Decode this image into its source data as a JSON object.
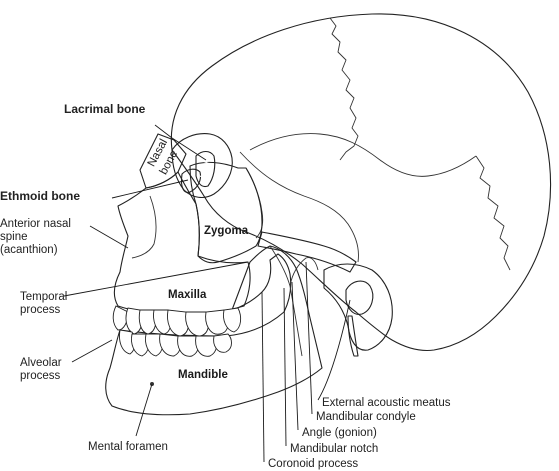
{
  "labels": {
    "lacrimal_bone": "Lacrimal bone",
    "nasal_bone_1": "Nasal",
    "nasal_bone_2": "bone",
    "ethmoid_bone": "Ethmoid bone",
    "anterior_nasal_spine_1": "Anterior nasal",
    "anterior_nasal_spine_2": "spine",
    "anterior_nasal_spine_3": "(acanthion)",
    "zygoma": "Zygoma",
    "temporal_process_1": "Temporal",
    "temporal_process_2": "process",
    "maxilla": "Maxilla",
    "alveolar_process_1": "Alveolar",
    "alveolar_process_2": "process",
    "mandible": "Mandible",
    "mental_foramen": "Mental foramen",
    "external_acoustic_meatus": "External acoustic meatus",
    "mandibular_condyle": "Mandibular condyle",
    "angle_gonion": "Angle (gonion)",
    "mandibular_notch": "Mandibular notch",
    "coronoid_process": "Coronoid process"
  },
  "colors": {
    "skull": "#ffffff",
    "outline": "#222222",
    "zygoma": "#c9a8d6",
    "maxilla": "#eea7a8",
    "mandible": "#c5c7e6",
    "nasal_bone": "#dcefc4",
    "lacrimal_bone": "#2e9c54",
    "ethmoid_bone": "#e0604f"
  }
}
